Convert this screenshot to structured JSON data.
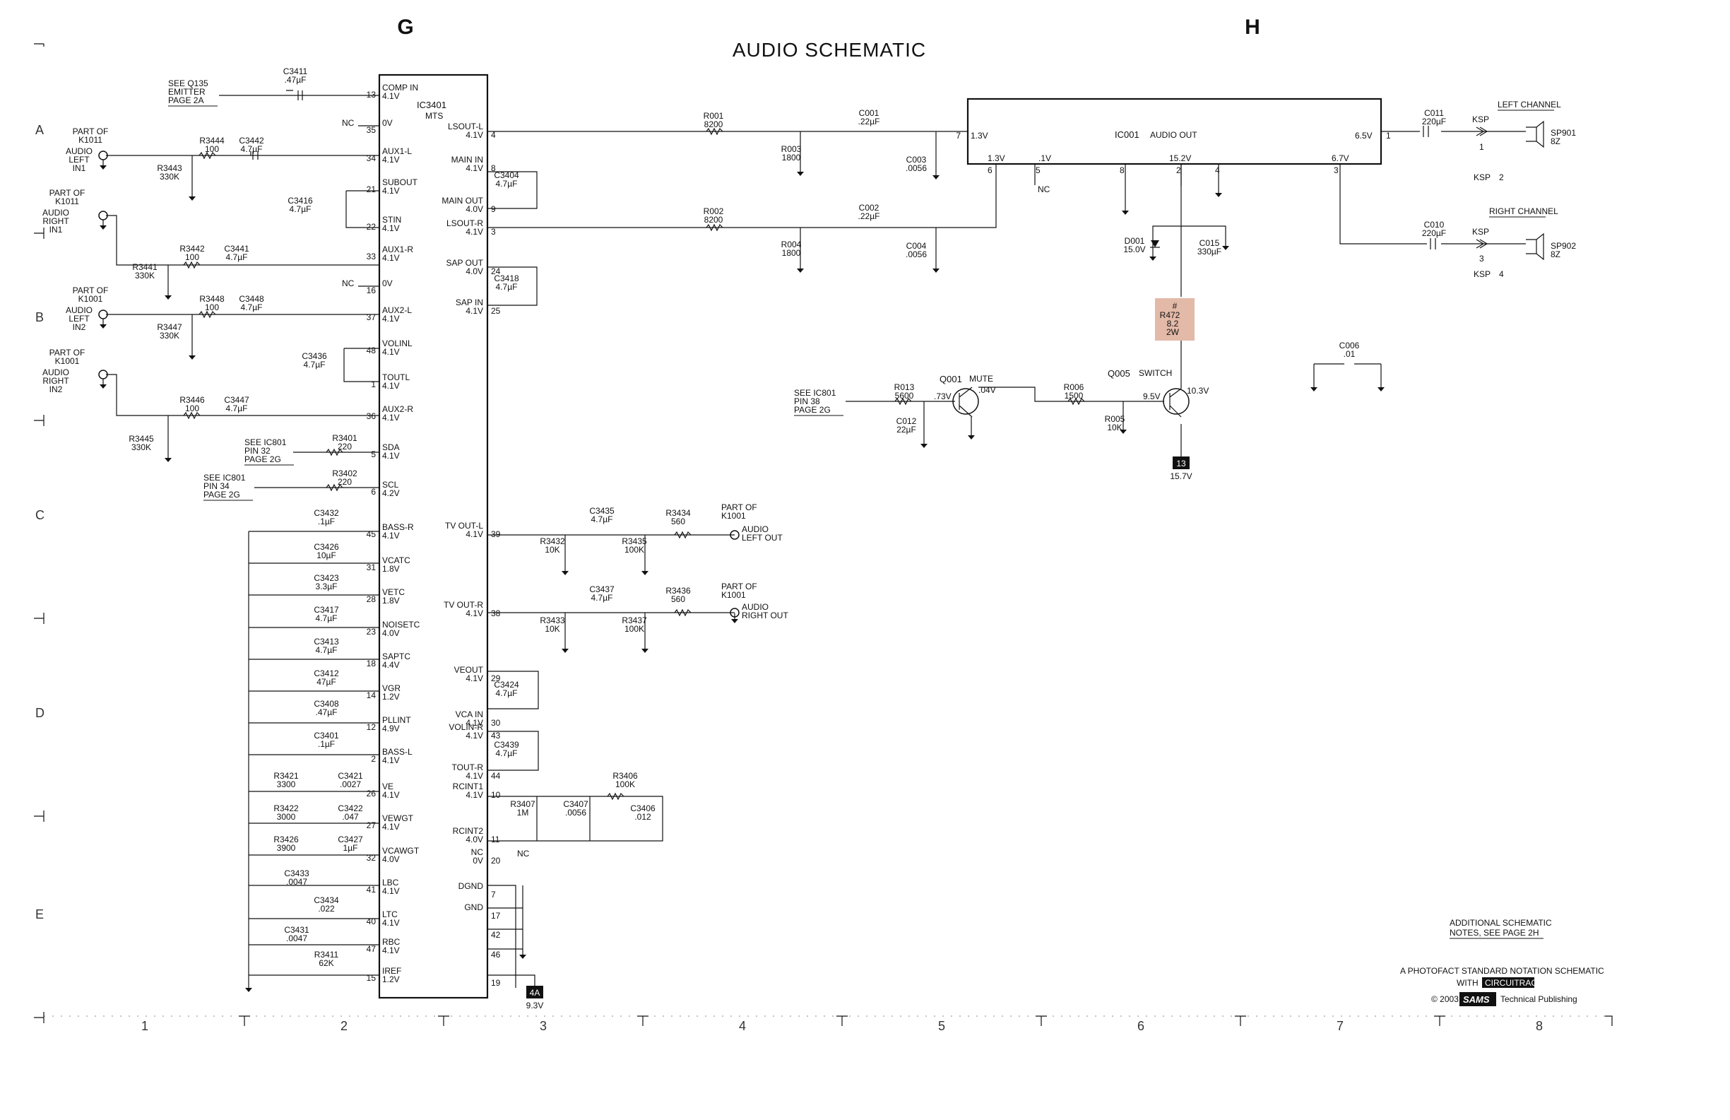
{
  "header": {
    "title": "AUDIO SCHEMATIC",
    "col_left": "G",
    "col_right": "H"
  },
  "grid": {
    "columns": [
      "1",
      "2",
      "3",
      "4",
      "5",
      "6",
      "7",
      "8"
    ],
    "rows": [
      "A",
      "B",
      "C",
      "D",
      "E"
    ]
  },
  "ic3401": {
    "name": "IC3401",
    "sub": "MTS",
    "left_pins": [
      {
        "label": "COMP IN",
        "volt": "4.1V",
        "num": "13"
      },
      {
        "label": "0V",
        "volt": "",
        "num": "35"
      },
      {
        "label": "AUX1-L",
        "volt": "4.1V",
        "num": "34"
      },
      {
        "label": "SUBOUT",
        "volt": "4.1V",
        "num": "21"
      },
      {
        "label": "STIN",
        "volt": "4.1V",
        "num": "22"
      },
      {
        "label": "AUX1-R",
        "volt": "4.1V",
        "num": "33"
      },
      {
        "label": "0V",
        "volt": "",
        "num": "16"
      },
      {
        "label": "AUX2-L",
        "volt": "4.1V",
        "num": "37"
      },
      {
        "label": "VOLINL",
        "volt": "4.1V",
        "num": "48"
      },
      {
        "label": "TOUTL",
        "volt": "4.1V",
        "num": "1"
      },
      {
        "label": "AUX2-R",
        "volt": "4.1V",
        "num": "36"
      },
      {
        "label": "SDA",
        "volt": "4.1V",
        "num": "5"
      },
      {
        "label": "SCL",
        "volt": "4.2V",
        "num": "6"
      },
      {
        "label": "BASS-R",
        "volt": "4.1V",
        "num": "45"
      },
      {
        "label": "VCATC",
        "volt": "1.8V",
        "num": "31"
      },
      {
        "label": "VETC",
        "volt": "1.8V",
        "num": "28"
      },
      {
        "label": "NOISETC",
        "volt": "4.0V",
        "num": "23"
      },
      {
        "label": "SAPTC",
        "volt": "4.4V",
        "num": "18"
      },
      {
        "label": "VGR",
        "volt": "1.2V",
        "num": "14"
      },
      {
        "label": "PLLINT",
        "volt": "4.9V",
        "num": "12"
      },
      {
        "label": "BASS-L",
        "volt": "4.1V",
        "num": "2"
      },
      {
        "label": "VE",
        "volt": "4.1V",
        "num": "26"
      },
      {
        "label": "VEWGT",
        "volt": "4.1V",
        "num": "27"
      },
      {
        "label": "VCAWGT",
        "volt": "4.0V",
        "num": "32"
      },
      {
        "label": "LBC",
        "volt": "4.1V",
        "num": "41"
      },
      {
        "label": "LTC",
        "volt": "4.1V",
        "num": "40"
      },
      {
        "label": "RBC",
        "volt": "4.1V",
        "num": "47"
      },
      {
        "label": "IREF",
        "volt": "1.2V",
        "num": "15"
      }
    ],
    "right_pins": [
      {
        "label": "LSOUT-L",
        "volt": "4.1V",
        "num": "4"
      },
      {
        "label": "MAIN IN",
        "volt": "4.1V",
        "num": "8"
      },
      {
        "label": "MAIN OUT",
        "volt": "4.0V",
        "num": "9"
      },
      {
        "label": "LSOUT-R",
        "volt": "4.1V",
        "num": "3"
      },
      {
        "label": "SAP OUT",
        "volt": "4.0V",
        "num": "24"
      },
      {
        "label": "SAP IN",
        "volt": "4.1V",
        "num": "25"
      },
      {
        "label": "TV OUT-L",
        "volt": "4.1V",
        "num": "39"
      },
      {
        "label": "TV OUT-R",
        "volt": "4.1V",
        "num": "38"
      },
      {
        "label": "VEOUT",
        "volt": "4.1V",
        "num": "29"
      },
      {
        "label": "VCA IN",
        "volt": "4.1V",
        "num": "30"
      },
      {
        "label": "VOLIN-R",
        "volt": "4.1V",
        "num": "43"
      },
      {
        "label": "TOUT-R",
        "volt": "4.1V",
        "num": "44"
      },
      {
        "label": "RCINT1",
        "volt": "4.1V",
        "num": "10"
      },
      {
        "label": "RCINT2",
        "volt": "4.0V",
        "num": "11"
      },
      {
        "label": "NC",
        "volt": "0V",
        "num": "20"
      },
      {
        "label": "DGND",
        "volt": "",
        "num": "7"
      },
      {
        "label": "GND",
        "volt": "",
        "num": "17"
      },
      {
        "label": "",
        "volt": "",
        "num": "42"
      },
      {
        "label": "",
        "volt": "",
        "num": "46"
      },
      {
        "label": "",
        "volt": "",
        "num": "19"
      }
    ]
  },
  "ic001": {
    "name": "IC001",
    "sub": "AUDIO OUT",
    "pins": [
      {
        "num": "7",
        "volt": "1.3V"
      },
      {
        "num": "6",
        "volt": "1.3V"
      },
      {
        "num": "5",
        "volt": ".1V"
      },
      {
        "num": "8",
        "volt": ""
      },
      {
        "num": "2",
        "volt": "15.2V"
      },
      {
        "num": "4",
        "volt": ""
      },
      {
        "num": "3",
        "volt": "6.7V"
      },
      {
        "num": "1",
        "volt": "6.5V"
      }
    ]
  },
  "inputs": [
    {
      "part": "PART OF",
      "conn": "K1011",
      "label1": "AUDIO",
      "label2": "LEFT",
      "label3": "IN1"
    },
    {
      "part": "PART OF",
      "conn": "K1011",
      "label1": "AUDIO",
      "label2": "RIGHT",
      "label3": "IN1"
    },
    {
      "part": "PART OF",
      "conn": "K1001",
      "label1": "AUDIO",
      "label2": "LEFT",
      "label3": "IN2"
    },
    {
      "part": "PART OF",
      "conn": "K1001",
      "label1": "AUDIO",
      "label2": "RIGHT",
      "label3": "IN2"
    }
  ],
  "outputs": [
    {
      "part": "PART OF",
      "conn": "K1001",
      "label": "AUDIO",
      "side": "LEFT OUT"
    },
    {
      "part": "PART OF",
      "conn": "K1001",
      "label": "AUDIO",
      "side": "RIGHT OUT"
    }
  ],
  "speakers": [
    {
      "channel": "LEFT CHANNEL",
      "ksp": "KSP",
      "ksp_pin_a": "1",
      "ksp_pin_b": "2",
      "name": "SP901",
      "imp": "8Z"
    },
    {
      "channel": "RIGHT CHANNEL",
      "ksp": "KSP",
      "ksp_pin_a": "3",
      "ksp_pin_b": "4",
      "name": "SP902",
      "imp": "8Z"
    }
  ],
  "refs": {
    "q135": [
      "SEE Q135",
      "EMITTER",
      "PAGE 2A"
    ],
    "sda": [
      "SEE IC801",
      "PIN 32",
      "PAGE 2G"
    ],
    "scl": [
      "SEE IC801",
      "PIN 34",
      "PAGE 2G"
    ],
    "mute": [
      "SEE IC801",
      "PIN 38",
      "PAGE 2G"
    ]
  },
  "components": {
    "C3411": ".47µF",
    "R3444": "100",
    "C3442": "4.7µF",
    "R3443": "330K",
    "C3416": "4.7µF",
    "R3442": "100",
    "C3441": "4.7µF",
    "R3441": "330K",
    "R3448": "100",
    "C3448": "4.7µF",
    "R3447": "330K",
    "C3436": "4.7µF",
    "R3446": "100",
    "C3447": "4.7µF",
    "R3445": "330K",
    "R3401": "220",
    "R3402": "220",
    "C3404": "4.7µF",
    "C3418": "4.7µF",
    "C3432": ".1µF",
    "C3426": "10µF",
    "C3423": "3.3µF",
    "C3417": "4.7µF",
    "C3413": "4.7µF",
    "C3412": "47µF",
    "C3408": ".47µF",
    "C3401": ".1µF",
    "R3421": "3300",
    "C3421": ".0027",
    "R3422": "3000",
    "C3422": ".047",
    "R3426": "3900",
    "C3427": "1µF",
    "C3433": ".0047",
    "C3434": ".022",
    "C3431": ".0047",
    "R3411": "62K",
    "C3435": "4.7µF",
    "R3434": "560",
    "R3432": "10K",
    "R3435": "100K",
    "C3437": "4.7µF",
    "R3436": "560",
    "R3433": "10K",
    "R3437": "100K",
    "C3424": "4.7µF",
    "C3439": "4.7µF",
    "R3406": "100K",
    "R3407": "1M",
    "C3407": ".0056",
    "C3406": ".012",
    "R001": "8200",
    "C001": ".22µF",
    "R003": "1800",
    "C003": ".0056",
    "R002": "8200",
    "C002": ".22µF",
    "R004": "1800",
    "C004": ".0056",
    "C011": "220µF",
    "C010": "220µF",
    "D001": "15.0V",
    "C015": "330µF",
    "C006": ".01",
    "R013": "5600",
    "C012": "22µF",
    "R006": "1500",
    "R005": "10K"
  },
  "r472": {
    "mark": "#",
    "name": "R472",
    "val": "8.2",
    "watt": "2W"
  },
  "transistors": {
    "q001": {
      "name": "Q001",
      "func": "MUTE",
      "vb": ".73V",
      "vc": ".04V"
    },
    "q005": {
      "name": "Q005",
      "func": "SWITCH",
      "vb": "9.5V",
      "vc": "10.3V"
    }
  },
  "nc": "NC",
  "supplies": {
    "s13": {
      "tag": "13",
      "volt": "15.7V"
    },
    "s4a": {
      "tag": "4A",
      "volt": "9.3V"
    }
  },
  "notes": {
    "add1": "ADDITIONAL SCHEMATIC",
    "add2": "NOTES, SEE PAGE 2H",
    "std": "A PHOTOFACT STANDARD NOTATION SCHEMATIC",
    "with": "WITH",
    "circuit": "CIRCUITRACE®",
    "copy": "© 2003",
    "sams": "SAMS",
    "tech": "Technical Publishing"
  }
}
